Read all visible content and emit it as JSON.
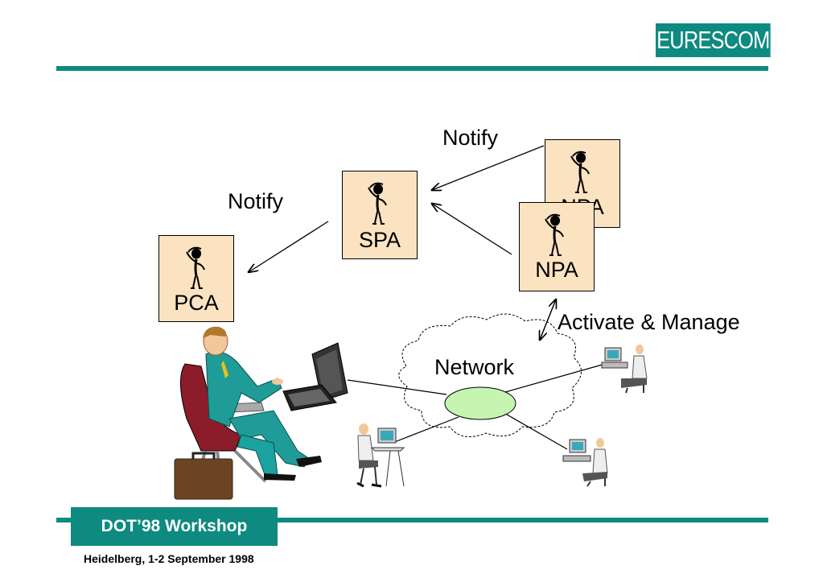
{
  "header": {
    "logo_text": "EURESCOM"
  },
  "agents": {
    "pca": {
      "label": "PCA"
    },
    "spa": {
      "label": "SPA"
    },
    "npa_back": {
      "label": "NPA"
    },
    "npa_front": {
      "label": "NPA"
    }
  },
  "labels": {
    "notify_top": "Notify",
    "notify_left": "Notify",
    "activate": "Activate & Manage",
    "network": "Network"
  },
  "footer": {
    "event": "DOT’98 Workshop",
    "place_date": "Heidelberg, 1-2 September 1998"
  },
  "colors": {
    "teal": "#0e8a80",
    "agent_fill": "#fbe3c2",
    "network_node": "#c6f5b2"
  }
}
